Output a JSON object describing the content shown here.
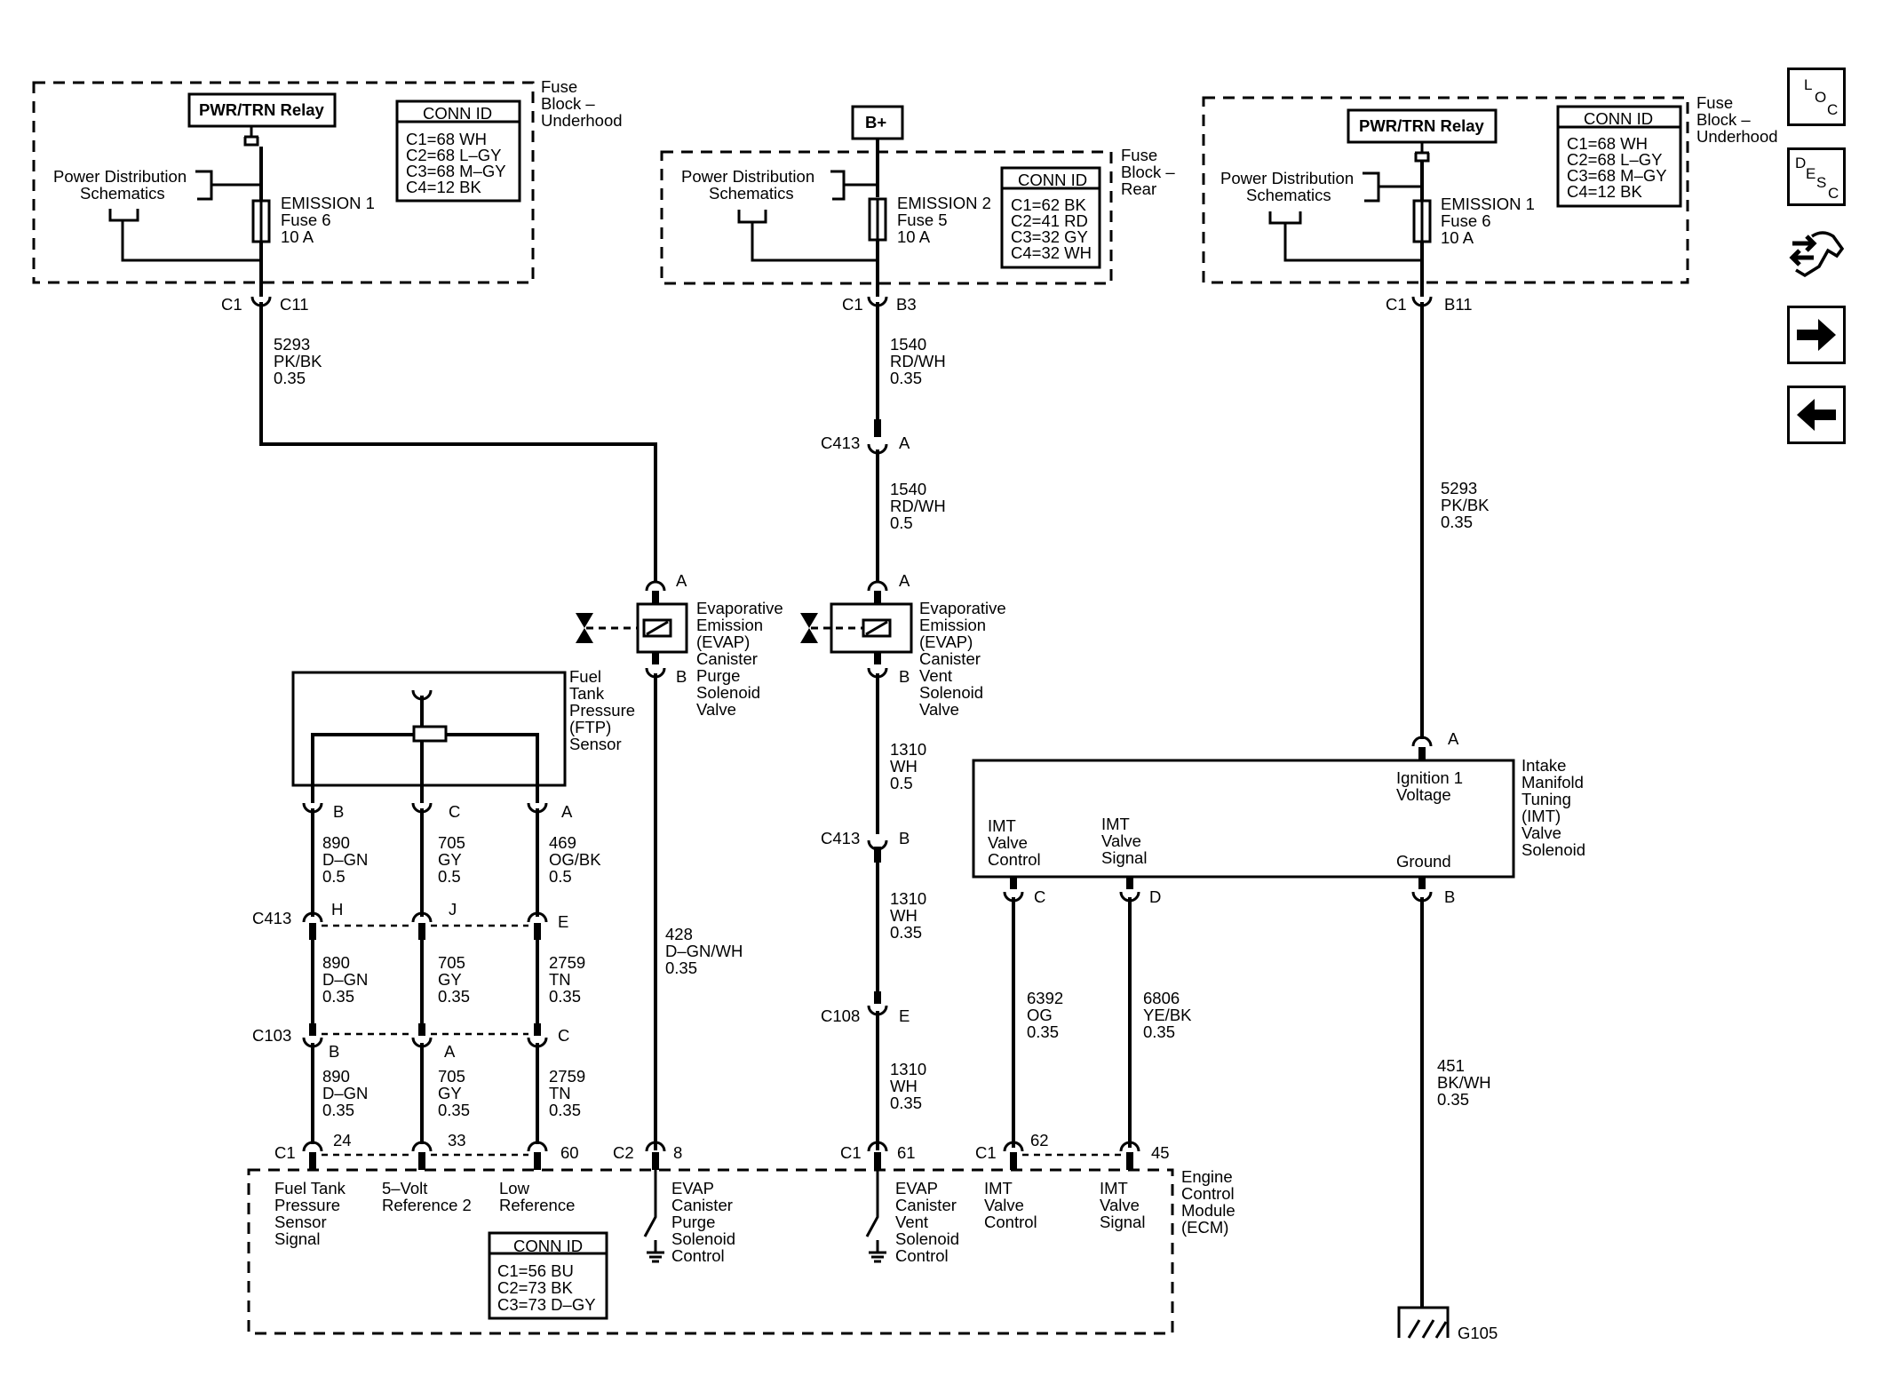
{
  "relay_label": "PWR/TRN Relay",
  "bplus_label": "B+",
  "fuse_blocks": {
    "underhood_left": {
      "name": [
        "Fuse",
        "Block –",
        "Underhood"
      ],
      "power_dist": [
        "Power Distribution",
        "Schematics"
      ],
      "fuse": [
        "EMISSION 1",
        "Fuse 6",
        "10 A"
      ],
      "conn_title": "CONN ID",
      "conn": [
        "C1=68 WH",
        "C2=68 L–GY",
        "C3=68 M–GY",
        "C4=12 BK"
      ],
      "pins": [
        "C1",
        "C11"
      ]
    },
    "rear": {
      "name": [
        "Fuse",
        "Block –",
        "Rear"
      ],
      "power_dist": [
        "Power Distribution",
        "Schematics"
      ],
      "fuse": [
        "EMISSION 2",
        "Fuse 5",
        "10 A"
      ],
      "conn_title": "CONN ID",
      "conn": [
        "C1=62 BK",
        "C2=41 RD",
        "C3=32 GY",
        "C4=32 WH"
      ],
      "pins": [
        "C1",
        "B3"
      ]
    },
    "underhood_right": {
      "name": [
        "Fuse",
        "Block –",
        "Underhood"
      ],
      "power_dist": [
        "Power Distribution",
        "Schematics"
      ],
      "fuse": [
        "EMISSION 1",
        "Fuse 6",
        "10 A"
      ],
      "conn_title": "CONN ID",
      "conn": [
        "C1=68 WH",
        "C2=68 L–GY",
        "C3=68 M–GY",
        "C4=12 BK"
      ],
      "pins": [
        "C1",
        "B11"
      ]
    }
  },
  "wires": {
    "w5293_left": [
      "5293",
      "PK/BK",
      "0.35"
    ],
    "w1540_upper": [
      "1540",
      "RD/WH",
      "0.35"
    ],
    "w1540_lower": [
      "1540",
      "RD/WH",
      "0.5"
    ],
    "w5293_right": [
      "5293",
      "PK/BK",
      "0.35"
    ],
    "w1310_a": [
      "1310",
      "WH",
      "0.5"
    ],
    "w1310_b": [
      "1310",
      "WH",
      "0.35"
    ],
    "w1310_c": [
      "1310",
      "WH",
      "0.35"
    ],
    "w428": [
      "428",
      "D–GN/WH",
      "0.35"
    ],
    "w890_a": [
      "890",
      "D–GN",
      "0.5"
    ],
    "w705_a": [
      "705",
      "GY",
      "0.5"
    ],
    "w469": [
      "469",
      "OG/BK",
      "0.5"
    ],
    "w890_b": [
      "890",
      "D–GN",
      "0.35"
    ],
    "w705_b": [
      "705",
      "GY",
      "0.35"
    ],
    "w2759_b": [
      "2759",
      "TN",
      "0.35"
    ],
    "w890_c": [
      "890",
      "D–GN",
      "0.35"
    ],
    "w705_c": [
      "705",
      "GY",
      "0.35"
    ],
    "w2759_c": [
      "2759",
      "TN",
      "0.35"
    ],
    "w6392": [
      "6392",
      "OG",
      "0.35"
    ],
    "w6806": [
      "6806",
      "YE/BK",
      "0.35"
    ],
    "w451": [
      "451",
      "BK/WH",
      "0.35"
    ]
  },
  "connectors": {
    "c413_a": [
      "C413",
      "A"
    ],
    "c413_b": [
      "C413",
      "B"
    ],
    "c108_e": [
      "C108",
      "E"
    ],
    "c1_61": [
      "C1",
      "61"
    ],
    "c2_8": [
      "C2",
      "8"
    ],
    "c1_62_45": [
      "C1",
      "62",
      "45"
    ],
    "c413_hje": [
      "C413",
      "H",
      "J",
      "E"
    ],
    "c103_bac": [
      "C103",
      "B",
      "A",
      "C"
    ],
    "c1_24_33_60": [
      "C1",
      "24",
      "33",
      "60"
    ],
    "ftp_pins": [
      "B",
      "C",
      "A"
    ],
    "imt_pins": [
      "C",
      "D",
      "B",
      "A"
    ],
    "purge_pins": [
      "A",
      "B"
    ],
    "vent_pins": [
      "A",
      "B"
    ]
  },
  "components": {
    "purge": [
      "Evaporative",
      "Emission",
      "(EVAP)",
      "Canister",
      "Purge",
      "Solenoid",
      "Valve"
    ],
    "vent": [
      "Evaporative",
      "Emission",
      "(EVAP)",
      "Canister",
      "Vent",
      "Solenoid",
      "Valve"
    ],
    "ftp": [
      "Fuel",
      "Tank",
      "Pressure",
      "(FTP)",
      "Sensor"
    ],
    "imt": [
      "Intake",
      "Manifold",
      "Tuning",
      "(IMT)",
      "Valve",
      "Solenoid"
    ],
    "imt_inside": {
      "ign": [
        "Ignition 1",
        "Voltage"
      ],
      "ctrl": [
        "IMT",
        "Valve",
        "Control"
      ],
      "sig": [
        "IMT",
        "Valve",
        "Signal"
      ],
      "gnd": "Ground"
    },
    "ecm": [
      "Engine",
      "Control",
      "Module",
      "(ECM)"
    ],
    "ecm_inside": {
      "ftp_sig": [
        "Fuel Tank",
        "Pressure",
        "Sensor",
        "Signal"
      ],
      "ref5v": [
        "5–Volt",
        "Reference 2"
      ],
      "lowref": [
        "Low",
        "Reference"
      ],
      "purge_ctrl": [
        "EVAP",
        "Canister",
        "Purge",
        "Solenoid",
        "Control"
      ],
      "vent_ctrl": [
        "EVAP",
        "Canister",
        "Vent",
        "Solenoid",
        "Control"
      ],
      "imt_ctrl": [
        "IMT",
        "Valve",
        "Control"
      ],
      "imt_sig": [
        "IMT",
        "Valve",
        "Signal"
      ]
    },
    "ecm_conn_title": "CONN ID",
    "ecm_conn": [
      "C1=56 BU",
      "C2=73 BK",
      "C3=73 D–GY"
    ],
    "ground": "G105"
  },
  "nav": {
    "loc": [
      "L",
      "O",
      "C"
    ],
    "desc": [
      "D",
      "E",
      "S",
      "C"
    ]
  }
}
